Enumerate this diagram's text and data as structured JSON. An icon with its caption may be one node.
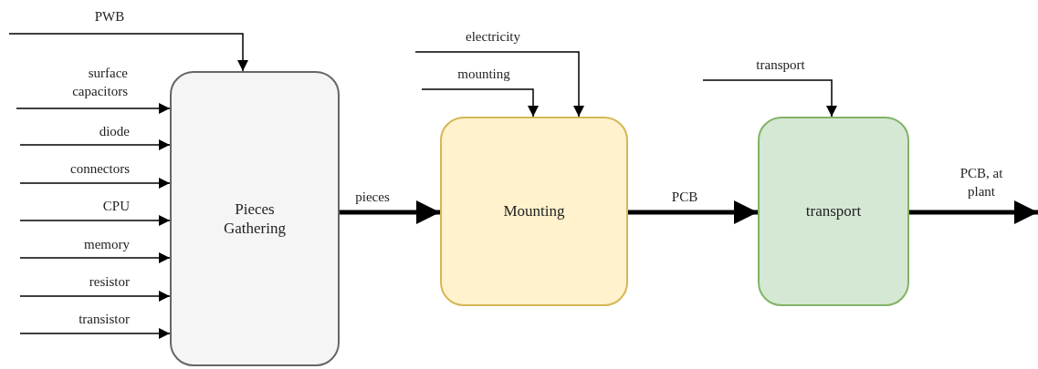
{
  "diagram": {
    "nodes": [
      {
        "text": [
          "Pieces Gathering"
        ]
      },
      {
        "text": [
          "Mounting"
        ]
      },
      {
        "text": [
          "transport"
        ]
      }
    ],
    "edges": [
      {
        "from": null,
        "to": 0,
        "arrow": "to",
        "label": "PWB"
      },
      {
        "from": null,
        "to": 0,
        "arrow": "to",
        "label": "surface capacitors"
      },
      {
        "from": null,
        "to": 0,
        "arrow": "to",
        "label": "diode"
      },
      {
        "from": null,
        "to": 0,
        "arrow": "to",
        "label": "connectors"
      },
      {
        "from": null,
        "to": 0,
        "arrow": "to",
        "label": "CPU"
      },
      {
        "from": null,
        "to": 0,
        "arrow": "to",
        "label": "memory"
      },
      {
        "from": null,
        "to": 0,
        "arrow": "to",
        "label": "resistor"
      },
      {
        "from": null,
        "to": 0,
        "arrow": "to",
        "label": "transistor"
      },
      {
        "from": 0,
        "to": 1,
        "arrow": "to",
        "label": "pieces",
        "style": "thick"
      },
      {
        "from": null,
        "to": 1,
        "arrow": "to",
        "label": "electricity"
      },
      {
        "from": null,
        "to": 1,
        "arrow": "to",
        "label": "mounting"
      },
      {
        "from": 1,
        "to": 2,
        "arrow": "to",
        "label": "PCB",
        "style": "thick"
      },
      {
        "from": null,
        "to": 2,
        "arrow": "to",
        "label": "transport"
      },
      {
        "from": 2,
        "to": null,
        "arrow": "to",
        "label": "PCB, at plant",
        "style": "thick"
      }
    ]
  }
}
